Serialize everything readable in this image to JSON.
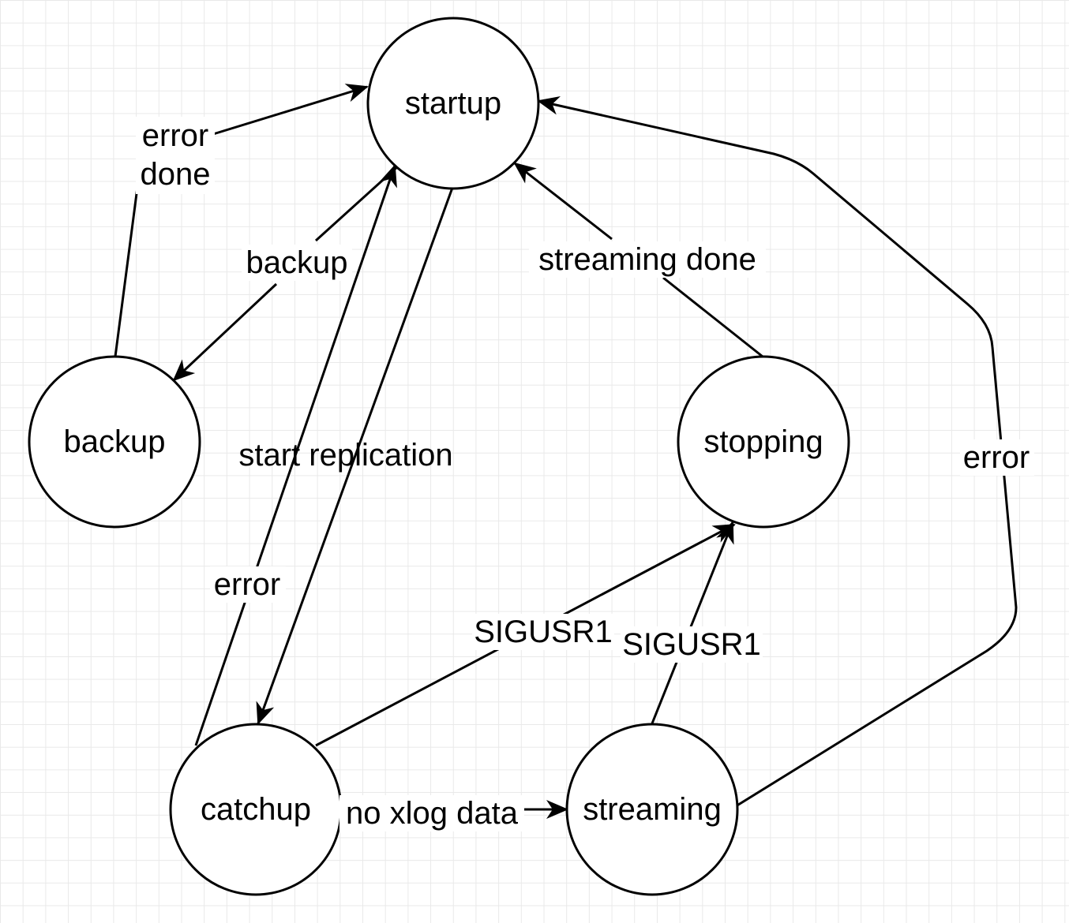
{
  "nodes": {
    "startup": "startup",
    "backup": "backup",
    "stopping": "stopping",
    "catchup": "catchup",
    "streaming": "streaming"
  },
  "edges": {
    "backup_to_startup": [
      "error",
      "done"
    ],
    "startup_to_backup": "backup",
    "catchup_to_startup_error": "error",
    "startup_to_catchup": "start replication",
    "stopping_to_startup": "streaming done",
    "streaming_to_startup": "error",
    "catchup_to_stopping": "SIGUSR1",
    "streaming_to_stopping": "SIGUSR1",
    "catchup_to_streaming": "no xlog data"
  },
  "colors": {
    "stroke": "#000000",
    "fill": "#ffffff",
    "grid": "#e9e9e9"
  }
}
